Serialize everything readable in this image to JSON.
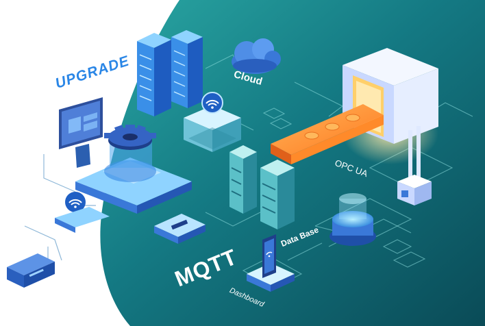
{
  "labels": {
    "upgrade": "UPGRADE",
    "cloud": "Cloud",
    "opc_ua": "OPC UA",
    "mqtt": "MQTT",
    "data_base": "Data Base",
    "dashboard": "Dashboard"
  },
  "colors": {
    "teal_dark": "#0b4f5a",
    "teal_mid": "#167f86",
    "teal_light": "#3fb3b0",
    "blue_device": "#2f7fe0",
    "blue_light": "#8fd3ff",
    "orange_conveyor": "#ff9a3c",
    "cloud_blue": "#3a78d8",
    "upgrade_text": "#2a86e6"
  },
  "icons": [
    "cloud-icon",
    "wifi-icon",
    "gear-icon",
    "server-icon",
    "monitor-icon",
    "phone-icon",
    "oven-icon",
    "sensor-icon",
    "router-icon"
  ]
}
